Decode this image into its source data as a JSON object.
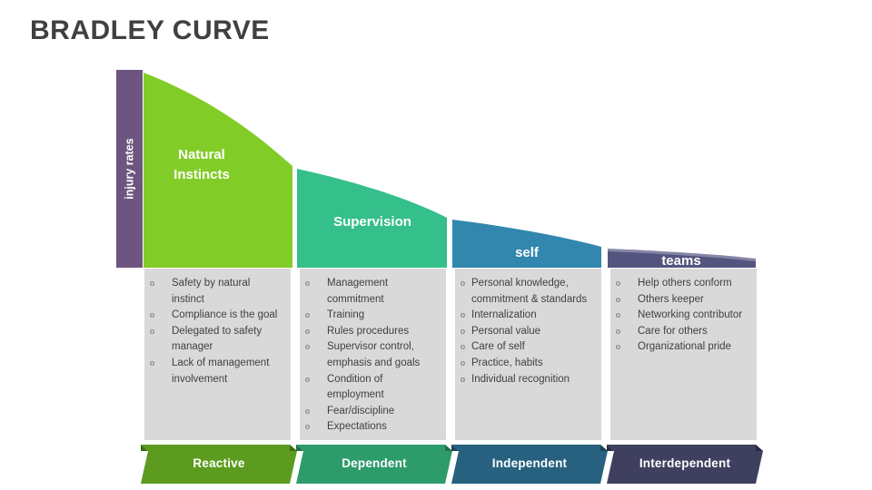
{
  "page": {
    "title": "BRADLEY CURVE",
    "background": "#FFFFFF",
    "title_color": "#404040"
  },
  "axis": {
    "label": "injury rates",
    "color": "#6E5480",
    "orientation": "vertical"
  },
  "colors": {
    "stage_1": "#82CC28",
    "stage_2": "#35BF8B",
    "stage_3": "#3187AD",
    "stage_4": "#54557F",
    "stage_1_bar": "#5C9B20",
    "stage_2_bar": "#2E9B6B",
    "stage_3_bar": "#27617F",
    "stage_4_bar": "#3F3F5F",
    "panel_bg": "#D9D9D9",
    "bullet_text": "#404040"
  },
  "stages": [
    {
      "curve_label": "Natural\nInstincts",
      "curve_label_line1": "Natural",
      "curve_label_line2": "Instincts",
      "bottom_label": "Reactive",
      "color": "#82CC28",
      "bar_color": "#5C9B20",
      "bullets": [
        "Safety by natural instinct",
        "Compliance is the goal",
        "Delegated to safety manager",
        "Lack of management involvement"
      ]
    },
    {
      "curve_label": "Supervision",
      "curve_label_line1": "Supervision",
      "curve_label_line2": "",
      "bottom_label": "Dependent",
      "color": "#35BF8B",
      "bar_color": "#2E9B6B",
      "bullets": [
        "Management commitment",
        "Training",
        "Rules procedures",
        "Supervisor control, emphasis and goals",
        "Condition of employment",
        "Fear/discipline",
        "Expectations"
      ]
    },
    {
      "curve_label": "self",
      "curve_label_line1": "self",
      "curve_label_line2": "",
      "bottom_label": "Independent",
      "color": "#3187AD",
      "bar_color": "#27617F",
      "bullets": [
        "Personal knowledge, commitment & standards",
        "Internalization",
        "Personal value",
        "Care of self",
        "Practice, habits",
        "Individual recognition"
      ]
    },
    {
      "curve_label": "teams",
      "curve_label_line1": "teams",
      "curve_label_line2": "",
      "bottom_label": "Interdependent",
      "color": "#54557F",
      "bar_color": "#3F3F5F",
      "bullets": [
        "Help others conform",
        "Others keeper",
        "Networking contributor",
        "Care for others",
        "Organizational pride"
      ]
    }
  ],
  "bullet_marker": "o",
  "chart_data": {
    "type": "area",
    "title": "BRADLEY CURVE",
    "xlabel": "",
    "ylabel": "injury rates",
    "categories": [
      "Reactive",
      "Dependent",
      "Independent",
      "Interdependent"
    ],
    "series": [
      {
        "name": "injury rate",
        "values": [
          100,
          52,
          27,
          12
        ]
      }
    ],
    "annotations": [
      "Natural Instincts",
      "Supervision",
      "self",
      "teams"
    ],
    "grid": false,
    "legend": "none"
  }
}
